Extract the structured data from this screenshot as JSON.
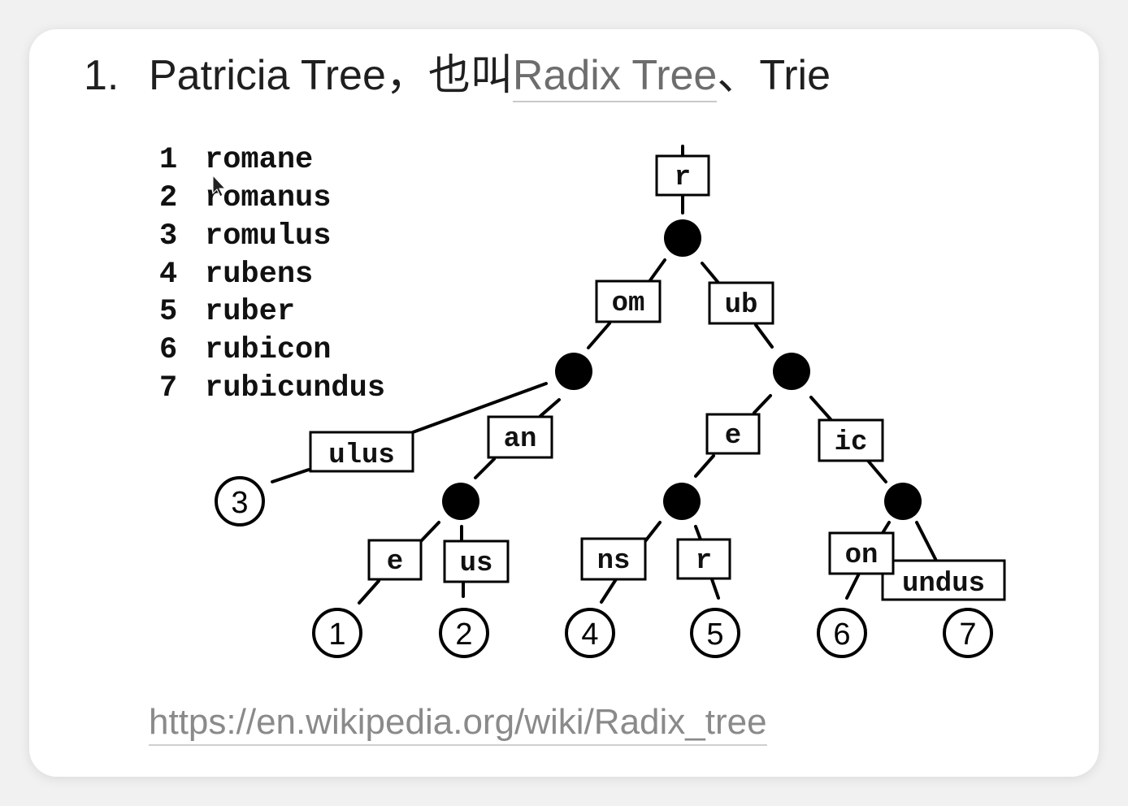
{
  "heading": {
    "number": "1.",
    "text_before": "Patricia Tree，也叫",
    "link_text": "Radix Tree",
    "text_after": "、Trie"
  },
  "word_list": [
    {
      "index": "1",
      "word": "romane"
    },
    {
      "index": "2",
      "word": "romanus"
    },
    {
      "index": "3",
      "word": "romulus"
    },
    {
      "index": "4",
      "word": "rubens"
    },
    {
      "index": "5",
      "word": "ruber"
    },
    {
      "index": "6",
      "word": "rubicon"
    },
    {
      "index": "7",
      "word": "rubicundus"
    }
  ],
  "tree": {
    "edge_labels": {
      "root": "r",
      "om": "om",
      "ub": "ub",
      "ulus": "ulus",
      "an": "an",
      "e_rub": "e",
      "ic": "ic",
      "e_roman": "e",
      "us": "us",
      "ns": "ns",
      "r_leaf": "r",
      "on": "on",
      "undus": "undus"
    },
    "leaves": {
      "l1": "1",
      "l2": "2",
      "l3": "3",
      "l4": "4",
      "l5": "5",
      "l6": "6",
      "l7": "7"
    }
  },
  "footer": {
    "link_text": "https://en.wikipedia.org/wiki/Radix_tree"
  }
}
